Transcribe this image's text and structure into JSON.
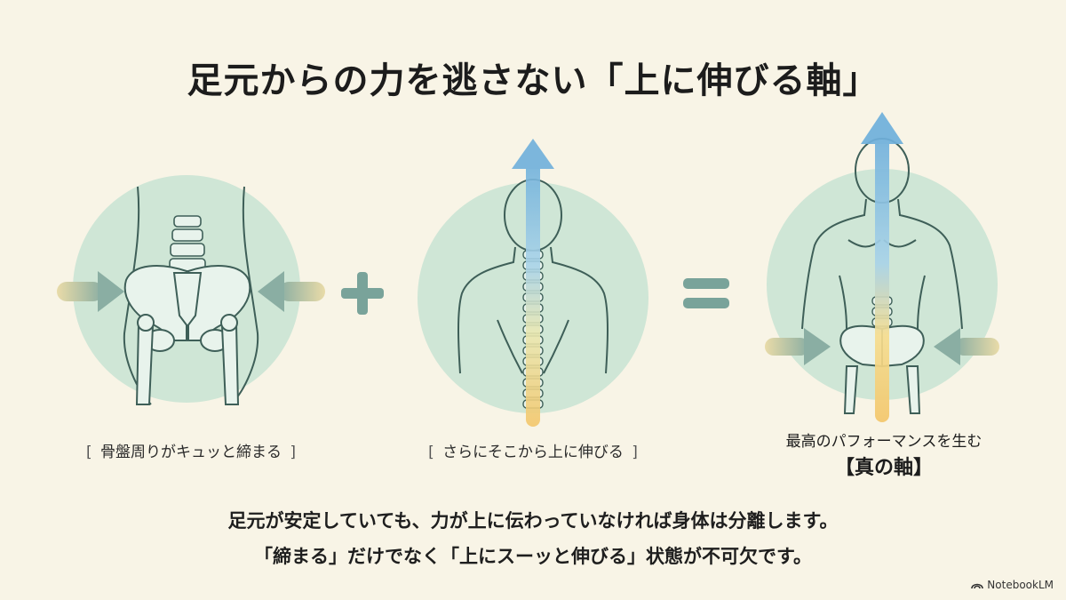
{
  "title": "足元からの力を逃さない「上に伸びる軸」",
  "panels": [
    {
      "caption_open": "[",
      "caption": "骨盤周りがキュッと締まる",
      "caption_close": "]"
    },
    {
      "caption_open": "[",
      "caption": "さらにそこから上に伸びる",
      "caption_close": "]"
    },
    {
      "caption_line1": "最高のパフォーマンスを生む",
      "caption_line2": "【真の軸】"
    }
  ],
  "operators": {
    "plus": "+",
    "equals": "="
  },
  "body": {
    "line1": "足元が安定していても、力が上に伝わっていなければ身体は分離します。",
    "line2": "「締まる」だけでなく「上にスーッと伸びる」状態が不可欠です。"
  },
  "watermark": "NotebookLM",
  "colors": {
    "background": "#f8f4e6",
    "circle": "#cfe6d6",
    "line": "#3e5f58",
    "arrow_blue": "#6fb0dc",
    "arrow_yellow": "#f1d37a",
    "operator": "#79a39a",
    "side_arrow": "#90b3a6"
  }
}
